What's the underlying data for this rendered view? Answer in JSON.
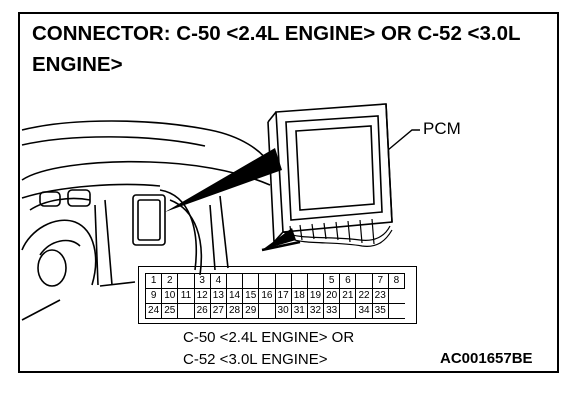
{
  "title": "CONNECTOR: C-50 <2.4L ENGINE> OR C-52 <3.0L ENGINE>",
  "pcm_label": "PCM",
  "caption_line1": "C-50 <2.4L ENGINE> OR",
  "caption_line2": "C-52 <3.0L ENGINE>",
  "figure_code": "AC001657BE",
  "connector": {
    "rows": [
      [
        "1",
        "2",
        "",
        "3",
        "4",
        "",
        "",
        "",
        "",
        "",
        "",
        "5",
        "6",
        "",
        "7",
        "8"
      ],
      [
        "9",
        "10",
        "11",
        "12",
        "13",
        "14",
        "15",
        "16",
        "17",
        "18",
        "19",
        "20",
        "21",
        "22",
        "23"
      ],
      [
        "24",
        "25",
        "",
        "26",
        "27",
        "28",
        "29",
        "",
        "30",
        "31",
        "32",
        "33",
        "",
        "34",
        "35"
      ]
    ]
  }
}
